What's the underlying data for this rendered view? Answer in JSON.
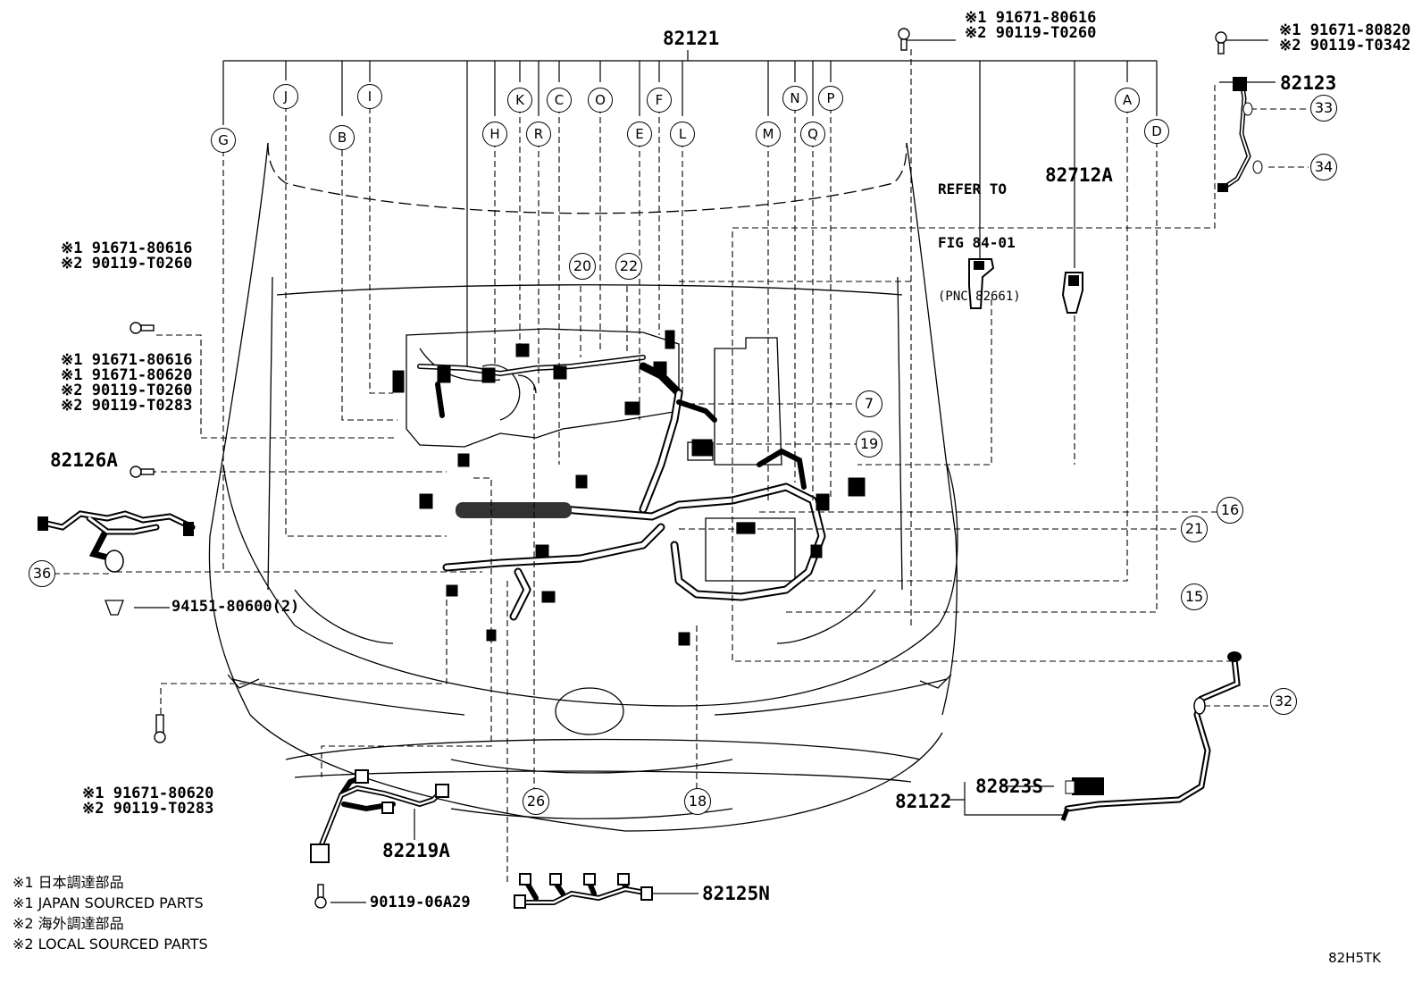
{
  "main_part": "82121",
  "callouts": {
    "A": "A",
    "B": "B",
    "C": "C",
    "D": "D",
    "E": "E",
    "F": "F",
    "G": "G",
    "H": "H",
    "I": "I",
    "J": "J",
    "K": "K",
    "L": "L",
    "M": "M",
    "N": "N",
    "O": "O",
    "P": "P",
    "Q": "Q",
    "R": "R"
  },
  "numbers": {
    "n7": "7",
    "n15": "15",
    "n16": "16",
    "n18": "18",
    "n19": "19",
    "n20": "20",
    "n21": "21",
    "n22": "22",
    "n26": "26",
    "n32": "32",
    "n33": "33",
    "n34": "34",
    "n36": "36"
  },
  "parts": {
    "p82123": "82123",
    "p82712A": "82712A",
    "p82126A": "82126A",
    "p82219A": "82219A",
    "p82125N": "82125N",
    "p82122": "82122",
    "p82823S": "82823S"
  },
  "fasteners": {
    "top_center": [
      "※1 91671-80616",
      "※2 90119-T0260"
    ],
    "top_right": [
      "※1 91671-80820",
      "※2 90119-T0342"
    ],
    "left_upper": [
      "※1 91671-80616",
      "※2 90119-T0260"
    ],
    "left_middle": [
      "※1 91671-80616",
      "※1 91671-80620",
      "※2 90119-T0260",
      "※2 90119-T0283"
    ],
    "clip": "94151-80600(2)",
    "bottom_left": [
      "※1 91671-80620",
      "※2 90119-T0283"
    ],
    "bottom_bolt": "90119-06A29"
  },
  "refer": {
    "line1": "REFER TO",
    "line2": "FIG 84-01",
    "line3": "(PNC 82661)"
  },
  "legend": [
    "※1 日本調達部品",
    "※1 JAPAN SOURCED PARTS",
    "※2 海外調達部品",
    "※2 LOCAL SOURCED PARTS"
  ],
  "illustration_code": "82H5TK"
}
